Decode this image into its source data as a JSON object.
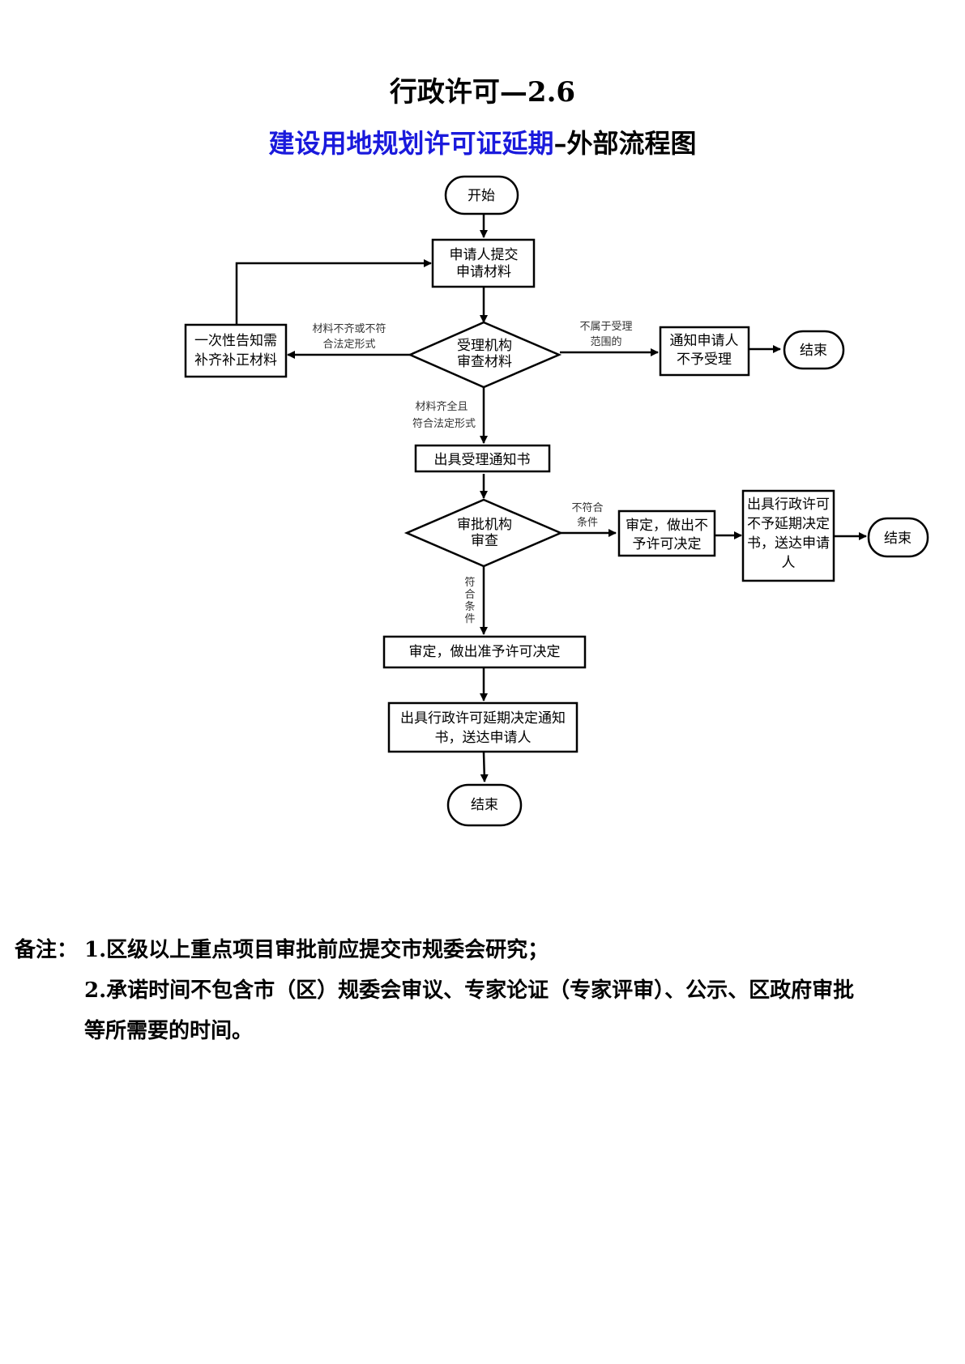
{
  "page": {
    "title": "行政许可—2.6",
    "subtitle_blue": "建设用地规划许可证延期",
    "subtitle_black": "–外部流程图"
  },
  "flow": {
    "nodes": {
      "start": "开始",
      "submit": [
        "申请人提交",
        "申请材料"
      ],
      "accept_review": [
        "受理机构",
        "审查材料"
      ],
      "supplement": [
        "一次性告知需",
        "补齐补正材料"
      ],
      "reject_notice": [
        "通知申请人",
        "不予受理"
      ],
      "end_reject": "结束",
      "acceptance_notice": "出具受理通知书",
      "approval_review": [
        "审批机构",
        "审查"
      ],
      "deny_decision": [
        "审定，做出不",
        "予许可决定"
      ],
      "deny_notice": [
        "出具行政许可",
        "不予延期决定",
        "书，送达申请",
        "人"
      ],
      "end_deny": "结束",
      "approve_decision": "审定，做出准予许可决定",
      "extension_notice": [
        "出具行政许可延期决定通知",
        "书，送达申请人"
      ],
      "end_final": "结束"
    },
    "edges": {
      "incomplete": [
        "材料不齐或不符",
        "合法定形式"
      ],
      "out_of_scope": [
        "不属于受理",
        "范围的"
      ],
      "complete": [
        "材料齐全且",
        "符合法定形式"
      ],
      "not_qualified": [
        "不符合",
        "条件"
      ],
      "qualified": [
        "符",
        "合",
        "条",
        "件"
      ]
    }
  },
  "notes": {
    "label": "备注：",
    "line1": "1.区级以上重点项目审批前应提交市规委会研究；",
    "line2": "2.承诺时间不包含市（区）规委会审议、专家论证（专家评审）、公示、区政府审批",
    "line3": "等所需要的时间。"
  }
}
